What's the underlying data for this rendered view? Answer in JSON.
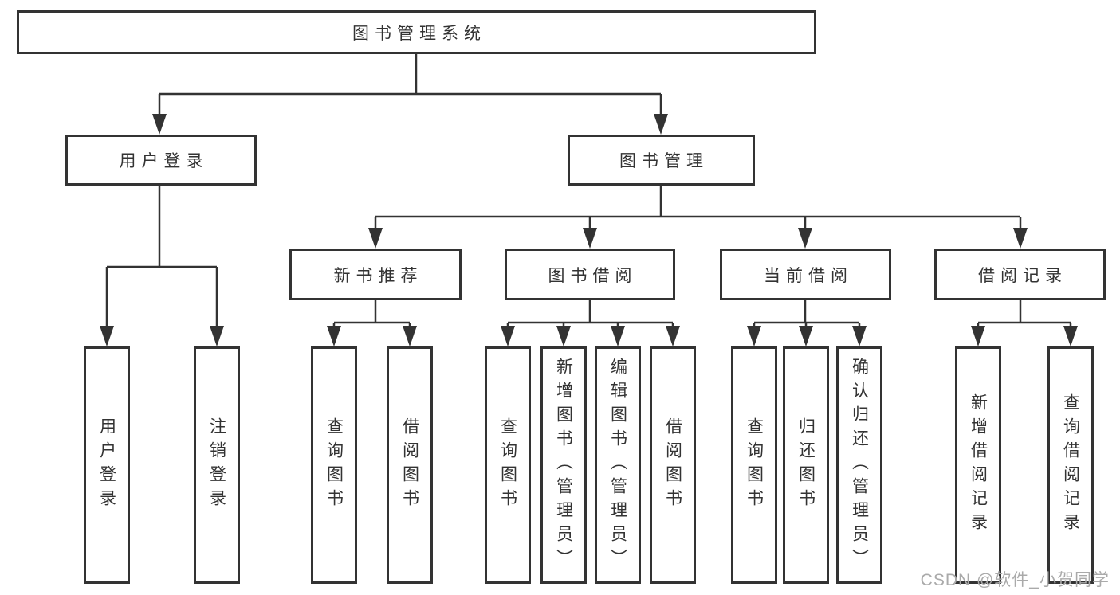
{
  "diagram": {
    "type": "hierarchy-tree",
    "root": {
      "label": "图书管理系统"
    },
    "branches": [
      {
        "label": "用户登录",
        "children": [
          {
            "label": "用户登录"
          },
          {
            "label": "注销登录"
          }
        ]
      },
      {
        "label": "图书管理",
        "children": [
          {
            "label": "新书推荐",
            "children": [
              {
                "label": "查询图书"
              },
              {
                "label": "借阅图书"
              }
            ]
          },
          {
            "label": "图书借阅",
            "children": [
              {
                "label": "查询图书"
              },
              {
                "label": "新增图书（管理员）"
              },
              {
                "label": "编辑图书（管理员）"
              },
              {
                "label": "借阅图书"
              }
            ]
          },
          {
            "label": "当前借阅",
            "children": [
              {
                "label": "查询图书"
              },
              {
                "label": "归还图书"
              },
              {
                "label": "确认归还（管理员）"
              }
            ]
          },
          {
            "label": "借阅记录",
            "children": [
              {
                "label": "新增借阅记录"
              },
              {
                "label": "查询借阅记录"
              }
            ]
          }
        ]
      }
    ]
  },
  "watermark": {
    "text": "CSDN @软件_小贺同学"
  },
  "colors": {
    "line": "#333333",
    "box_border": "#333333",
    "box_fill": "#ffffff",
    "text": "#333333",
    "watermark": "#aaaaaa",
    "background": "#ffffff"
  }
}
